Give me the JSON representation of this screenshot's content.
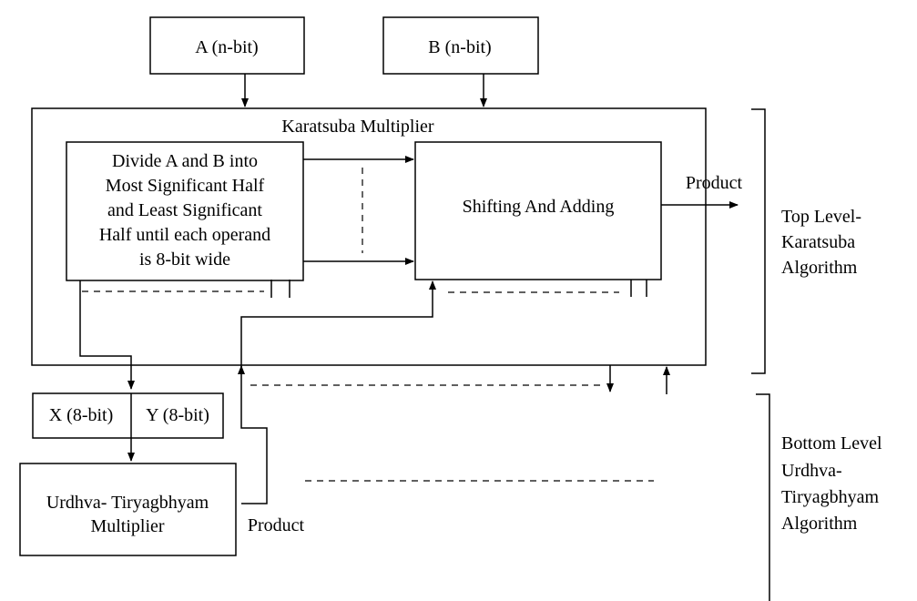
{
  "inputs": {
    "a_label": "A (n-bit)",
    "b_label": "B (n-bit)"
  },
  "karatsuba": {
    "title": "Karatsuba Multiplier",
    "divide_lines": [
      "Divide A and B into",
      "Most Significant Half",
      "and Least Significant",
      "Half until each operand",
      "is 8-bit wide"
    ],
    "shift_add_label": "Shifting And Adding",
    "product_label": "Product"
  },
  "operands": {
    "x_label": "X (8-bit)",
    "y_label": "Y (8-bit)"
  },
  "urdhva": {
    "lines": [
      "Urdhva- Tiryagbhyam",
      "Multiplier"
    ],
    "product_label": "Product"
  },
  "levels": {
    "top": [
      "Top Level-",
      "Karatsuba",
      "Algorithm"
    ],
    "bottom": [
      "Bottom Level",
      "Urdhva-",
      "Tiryagbhyam",
      "Algorithm"
    ]
  }
}
